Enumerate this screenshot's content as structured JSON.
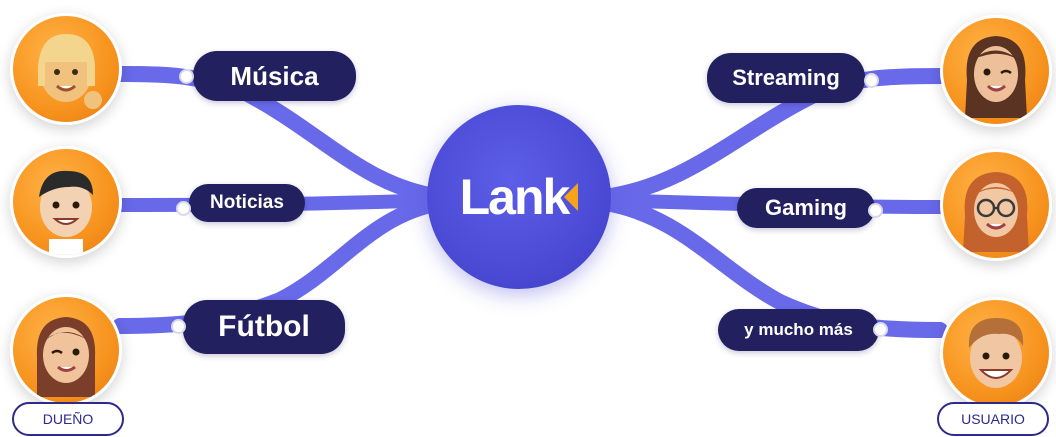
{
  "hub": {
    "logo_text": "Lan",
    "logo_k": "k",
    "logo_name": "Lank"
  },
  "left_topics": [
    {
      "label": "Música"
    },
    {
      "label": "Noticias"
    },
    {
      "label": "Fútbol"
    }
  ],
  "right_topics": [
    {
      "label": "Streaming"
    },
    {
      "label": "Gaming"
    },
    {
      "label": "y mucho más"
    }
  ],
  "roles": {
    "left": "DUEÑO",
    "right": "USUARIO"
  },
  "colors": {
    "line": "#5c5de8",
    "pill": "#22205e",
    "avatar": "#f7931e",
    "accent": "#f7a21b"
  },
  "icons": {
    "left_avatars": [
      "memoji-blonde-girl-icon",
      "memoji-boy-icon",
      "memoji-winking-girl-icon"
    ],
    "right_avatars": [
      "memoji-winking-woman-icon",
      "memoji-glasses-woman-icon",
      "memoji-smiling-man-icon"
    ]
  }
}
